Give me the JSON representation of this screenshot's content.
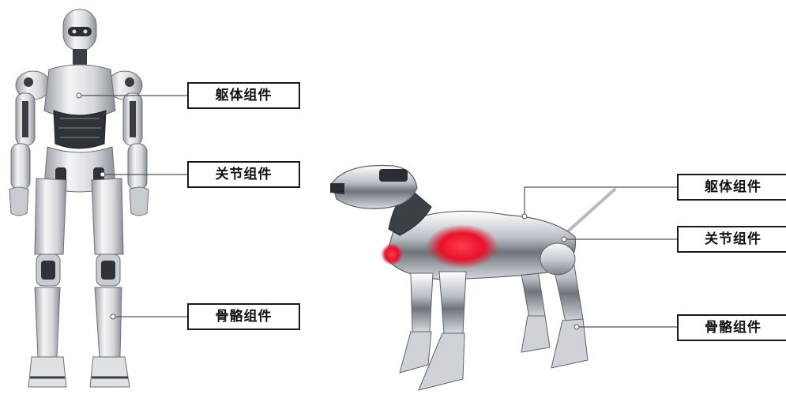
{
  "humanoid": {
    "labels": {
      "torso": "躯体组件",
      "joint": "关节组件",
      "skeleton": "骨骼组件"
    }
  },
  "robot_dog": {
    "labels": {
      "torso": "躯体组件",
      "joint": "关节组件",
      "skeleton": "骨骼组件"
    }
  },
  "colors": {
    "label_border": "#1a1a1a",
    "leader_line": "#555555",
    "dog_accent_glow": "#e8122a"
  }
}
